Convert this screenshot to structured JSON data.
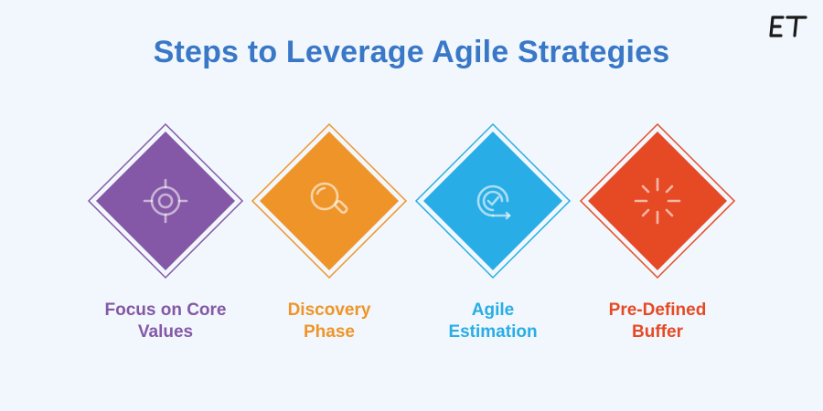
{
  "title": "Steps to Leverage Agile Strategies",
  "logo": {
    "icon": "et-logo-icon",
    "color": "#1a1a1a"
  },
  "steps": [
    {
      "label_line1": "Focus on Core",
      "label_line2": "Values",
      "color": "#8458a6",
      "icon": "target-icon"
    },
    {
      "label_line1": "Discovery",
      "label_line2": "Phase",
      "color": "#ef9428",
      "icon": "magnifier-icon"
    },
    {
      "label_line1": "Agile",
      "label_line2": "Estimation",
      "color": "#29ade6",
      "icon": "cycle-check-icon"
    },
    {
      "label_line1": "Pre-Defined",
      "label_line2": "Buffer",
      "color": "#e64a24",
      "icon": "burst-icon"
    }
  ]
}
